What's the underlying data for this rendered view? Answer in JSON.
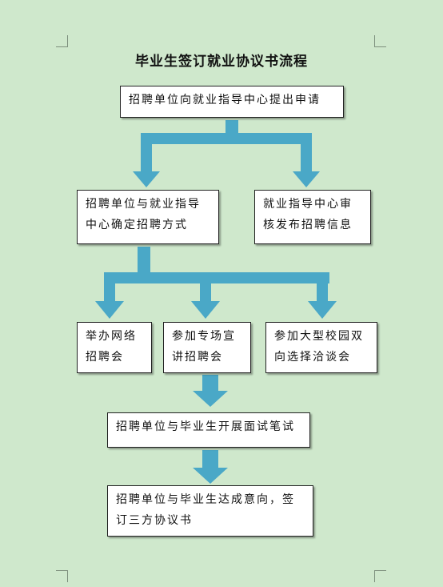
{
  "title": "毕业生签订就业协议书流程",
  "colors": {
    "background": "#cfe8cc",
    "arrow": "#4aa8c7",
    "box": "#ffffff"
  },
  "steps": {
    "apply": "招聘单位向就业指导中心提出申请",
    "determine": "招聘单位与就业指导中心确定招聘方式",
    "publish": "就业指导中心审核发布招聘信息",
    "online": "举办网络招聘会",
    "session": "参加专场宣讲招聘会",
    "fair": "参加大型校园双向选择洽谈会",
    "interview": "招聘单位与毕业生开展面试笔试",
    "agreement": "招聘单位与毕业生达成意向，签订三方协议书"
  }
}
